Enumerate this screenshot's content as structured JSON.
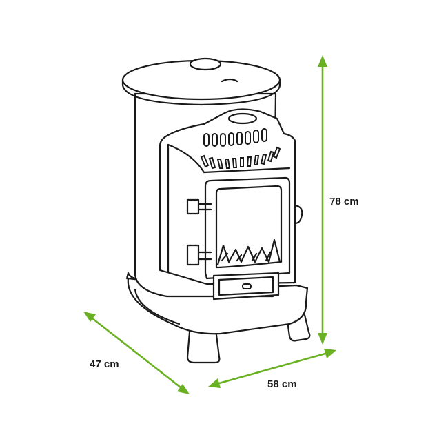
{
  "dimensions": {
    "height": "78 cm",
    "width": "58 cm",
    "depth": "47 cm"
  },
  "colors": {
    "arrow": "#6ab023",
    "outline": "#1a1a1a",
    "background": "#ffffff"
  }
}
